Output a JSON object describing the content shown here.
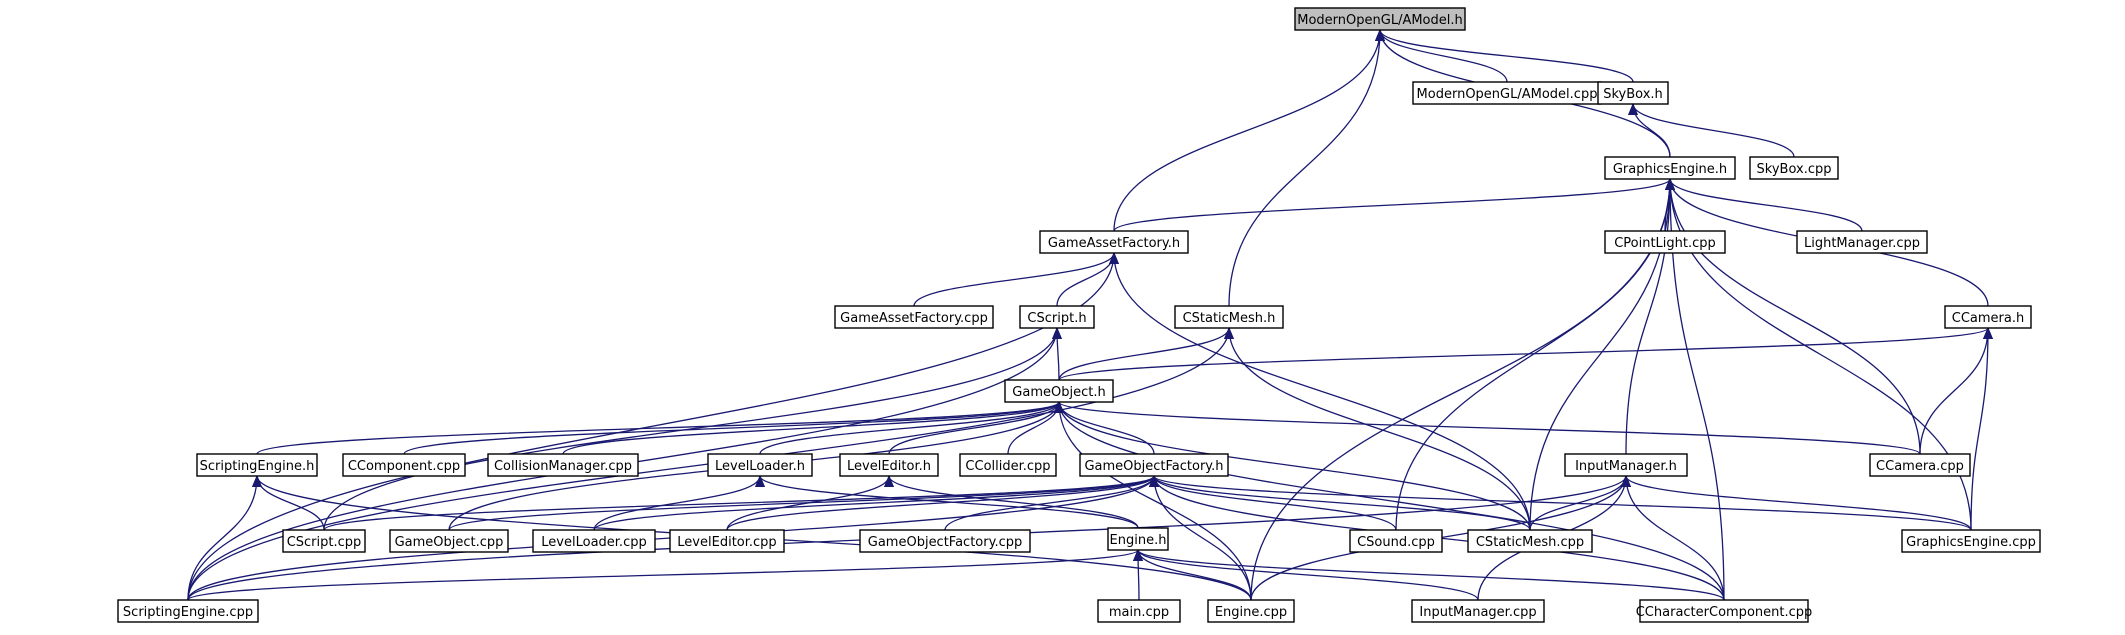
{
  "title": "ModernOpenGL/AModel.h",
  "colors": {
    "edge": "#191970",
    "root_fill": "#bfbfbf",
    "node_fill": "#ffffff",
    "node_border": "#000000"
  },
  "nodes": [
    {
      "id": "amodel_h",
      "label": "ModernOpenGL/AModel.h",
      "root": true
    },
    {
      "id": "amodel_cpp",
      "label": "ModernOpenGL/AModel.cpp"
    },
    {
      "id": "skybox_h",
      "label": "SkyBox.h"
    },
    {
      "id": "skybox_cpp",
      "label": "SkyBox.cpp"
    },
    {
      "id": "graphicsengine_h",
      "label": "GraphicsEngine.h"
    },
    {
      "id": "gameassetfactory_h",
      "label": "GameAssetFactory.h"
    },
    {
      "id": "cpointlight_cpp",
      "label": "CPointLight.cpp"
    },
    {
      "id": "lightmanager_cpp",
      "label": "LightManager.cpp"
    },
    {
      "id": "gameassetfactory_cpp",
      "label": "GameAssetFactory.cpp"
    },
    {
      "id": "cscript_h",
      "label": "CScript.h"
    },
    {
      "id": "cstaticmesh_h",
      "label": "CStaticMesh.h"
    },
    {
      "id": "ccamera_h",
      "label": "CCamera.h"
    },
    {
      "id": "gameobject_h",
      "label": "GameObject.h"
    },
    {
      "id": "scriptingengine_h",
      "label": "ScriptingEngine.h"
    },
    {
      "id": "ccomponent_cpp",
      "label": "CComponent.cpp"
    },
    {
      "id": "collisionmanager_cpp",
      "label": "CollisionManager.cpp"
    },
    {
      "id": "levelloader_h",
      "label": "LevelLoader.h"
    },
    {
      "id": "leveleditor_h",
      "label": "LevelEditor.h"
    },
    {
      "id": "ccollider_cpp",
      "label": "CCollider.cpp"
    },
    {
      "id": "gameobjectfactory_h",
      "label": "GameObjectFactory.h"
    },
    {
      "id": "inputmanager_h",
      "label": "InputManager.h"
    },
    {
      "id": "ccamera_cpp",
      "label": "CCamera.cpp"
    },
    {
      "id": "cscript_cpp",
      "label": "CScript.cpp"
    },
    {
      "id": "gameobject_cpp",
      "label": "GameObject.cpp"
    },
    {
      "id": "levelloader_cpp",
      "label": "LevelLoader.cpp"
    },
    {
      "id": "leveleditor_cpp",
      "label": "LevelEditor.cpp"
    },
    {
      "id": "gameobjectfactory_cpp",
      "label": "GameObjectFactory.cpp"
    },
    {
      "id": "csound_cpp",
      "label": "CSound.cpp"
    },
    {
      "id": "cstaticmesh_cpp",
      "label": "CStaticMesh.cpp"
    },
    {
      "id": "graphicsengine_cpp",
      "label": "GraphicsEngine.cpp"
    },
    {
      "id": "engine_h",
      "label": "Engine.h"
    },
    {
      "id": "scriptingengine_cpp",
      "label": "ScriptingEngine.cpp"
    },
    {
      "id": "main_cpp",
      "label": "main.cpp"
    },
    {
      "id": "engine_cpp",
      "label": "Engine.cpp"
    },
    {
      "id": "inputmanager_cpp",
      "label": "InputManager.cpp"
    },
    {
      "id": "ccharactercomponent_cpp",
      "label": "CCharacterComponent.cpp"
    }
  ],
  "edges": [
    [
      "amodel_h",
      "amodel_cpp"
    ],
    [
      "amodel_h",
      "skybox_h"
    ],
    [
      "amodel_h",
      "graphicsengine_h"
    ],
    [
      "amodel_h",
      "gameassetfactory_h"
    ],
    [
      "amodel_h",
      "cstaticmesh_h"
    ],
    [
      "skybox_h",
      "skybox_cpp"
    ],
    [
      "skybox_h",
      "graphicsengine_h"
    ],
    [
      "graphicsengine_h",
      "gameassetfactory_h"
    ],
    [
      "graphicsengine_h",
      "cpointlight_cpp"
    ],
    [
      "graphicsengine_h",
      "lightmanager_cpp"
    ],
    [
      "graphicsengine_h",
      "ccamera_h"
    ],
    [
      "graphicsengine_h",
      "inputmanager_h"
    ],
    [
      "graphicsengine_h",
      "ccamera_cpp"
    ],
    [
      "graphicsengine_h",
      "csound_cpp"
    ],
    [
      "graphicsengine_h",
      "cstaticmesh_cpp"
    ],
    [
      "graphicsengine_h",
      "graphicsengine_cpp"
    ],
    [
      "graphicsengine_h",
      "engine_cpp"
    ],
    [
      "graphicsengine_h",
      "ccharactercomponent_cpp"
    ],
    [
      "gameassetfactory_h",
      "gameassetfactory_cpp"
    ],
    [
      "gameassetfactory_h",
      "cscript_h"
    ],
    [
      "gameassetfactory_h",
      "cstaticmesh_cpp"
    ],
    [
      "gameassetfactory_h",
      "scriptingengine_cpp"
    ],
    [
      "cscript_h",
      "gameobject_h"
    ],
    [
      "cscript_h",
      "cscript_cpp"
    ],
    [
      "cscript_h",
      "scriptingengine_cpp"
    ],
    [
      "cstaticmesh_h",
      "gameobject_h"
    ],
    [
      "cstaticmesh_h",
      "cstaticmesh_cpp"
    ],
    [
      "cstaticmesh_h",
      "scriptingengine_cpp"
    ],
    [
      "ccamera_h",
      "gameobject_h"
    ],
    [
      "ccamera_h",
      "ccamera_cpp"
    ],
    [
      "ccamera_h",
      "graphicsengine_cpp"
    ],
    [
      "gameobject_h",
      "scriptingengine_h"
    ],
    [
      "gameobject_h",
      "ccomponent_cpp"
    ],
    [
      "gameobject_h",
      "collisionmanager_cpp"
    ],
    [
      "gameobject_h",
      "levelloader_h"
    ],
    [
      "gameobject_h",
      "leveleditor_h"
    ],
    [
      "gameobject_h",
      "ccollider_cpp"
    ],
    [
      "gameobject_h",
      "gameobjectfactory_h"
    ],
    [
      "gameobject_h",
      "gameobject_cpp"
    ],
    [
      "gameobject_h",
      "cstaticmesh_cpp"
    ],
    [
      "gameobject_h",
      "ccamera_cpp"
    ],
    [
      "gameobject_h",
      "engine_cpp"
    ],
    [
      "gameobject_h",
      "ccharactercomponent_cpp"
    ],
    [
      "scriptingengine_h",
      "cscript_cpp"
    ],
    [
      "scriptingengine_h",
      "scriptingengine_cpp"
    ],
    [
      "scriptingengine_h",
      "engine_cpp"
    ],
    [
      "levelloader_h",
      "levelloader_cpp"
    ],
    [
      "levelloader_h",
      "engine_h"
    ],
    [
      "leveleditor_h",
      "leveleditor_cpp"
    ],
    [
      "leveleditor_h",
      "engine_h"
    ],
    [
      "gameobjectfactory_h",
      "cscript_cpp"
    ],
    [
      "gameobjectfactory_h",
      "gameobject_cpp"
    ],
    [
      "gameobjectfactory_h",
      "levelloader_cpp"
    ],
    [
      "gameobjectfactory_h",
      "leveleditor_cpp"
    ],
    [
      "gameobjectfactory_h",
      "gameobjectfactory_cpp"
    ],
    [
      "gameobjectfactory_h",
      "csound_cpp"
    ],
    [
      "gameobjectfactory_h",
      "cstaticmesh_cpp"
    ],
    [
      "gameobjectfactory_h",
      "graphicsengine_cpp"
    ],
    [
      "gameobjectfactory_h",
      "scriptingengine_cpp"
    ],
    [
      "gameobjectfactory_h",
      "engine_cpp"
    ],
    [
      "gameobjectfactory_h",
      "ccharactercomponent_cpp"
    ],
    [
      "inputmanager_h",
      "cstaticmesh_cpp"
    ],
    [
      "inputmanager_h",
      "graphicsengine_cpp"
    ],
    [
      "inputmanager_h",
      "scriptingengine_cpp"
    ],
    [
      "inputmanager_h",
      "engine_cpp"
    ],
    [
      "inputmanager_h",
      "inputmanager_cpp"
    ],
    [
      "inputmanager_h",
      "ccharactercomponent_cpp"
    ],
    [
      "engine_h",
      "scriptingengine_cpp"
    ],
    [
      "engine_h",
      "main_cpp"
    ],
    [
      "engine_h",
      "engine_cpp"
    ],
    [
      "engine_h",
      "inputmanager_cpp"
    ],
    [
      "engine_h",
      "ccharactercomponent_cpp"
    ]
  ]
}
